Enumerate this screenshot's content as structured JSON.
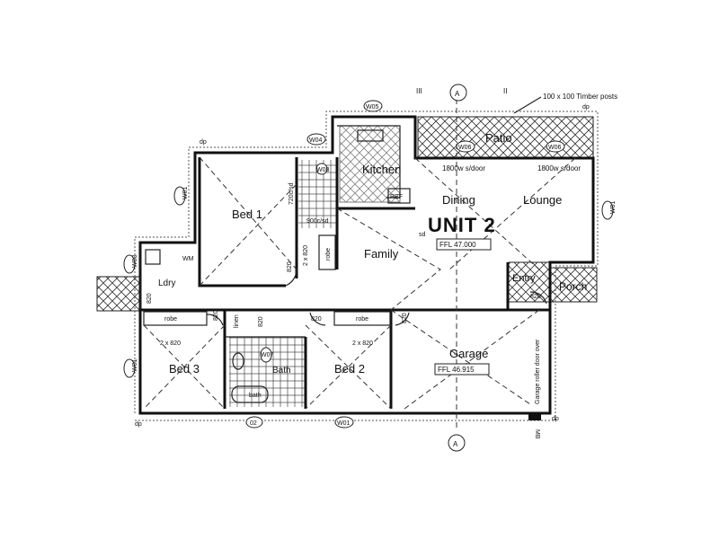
{
  "title": "UNIT 2",
  "rooms": {
    "bed1": "Bed 1",
    "bed2": "Bed 2",
    "bed3": "Bed 3",
    "family": "Family",
    "dining": "Dining",
    "lounge": "Lounge",
    "kitchen": "Kitchen",
    "garage": "Garage",
    "patio": "Patio",
    "entry": "Entry",
    "porch": "Porch",
    "ldry": "Ldry",
    "bath": "Bath"
  },
  "levels": {
    "ffl_main": "FFL 47.000",
    "ffl_garage": "FFL 46.915"
  },
  "notes": {
    "timber_posts": "100 x 100 Timber posts",
    "sliding_door_1": "1800w s/door",
    "sliding_door_2": "1800w s/door",
    "roller_door": "Garage roller door over",
    "robe": "robe",
    "robe2": "robe",
    "robe_family": "robe",
    "linen": "linen",
    "bath_tub": "bath",
    "ref": "REF",
    "wm": "WM",
    "sd": "sd",
    "mb": "MB",
    "dp": "dp"
  },
  "dimensions": {
    "d820": "820",
    "d2x820": "2 x 820",
    "d720": "720c/sd",
    "d900": "900c/sd"
  },
  "section_marks": {
    "section_a": "A",
    "roman": "III",
    "roman2": "II"
  },
  "window_tags": {
    "w05": "W05",
    "w04": "W04",
    "w01": "W01",
    "w03": "W03",
    "w02": "02",
    "w06": "W06",
    "w07": "W07",
    "w08": "W08"
  }
}
